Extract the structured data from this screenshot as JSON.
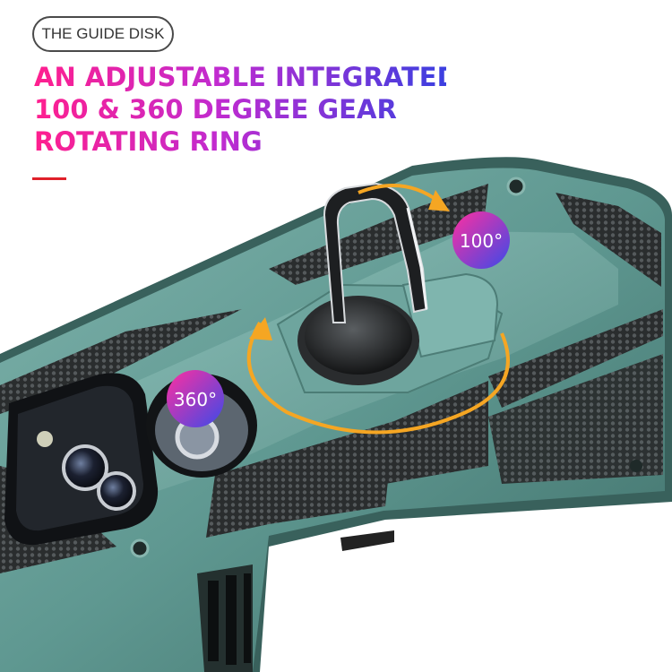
{
  "badge": {
    "label": "THE GUIDE DISK"
  },
  "headline": {
    "line1": "AN ADJUSTABLE INTEGRATED",
    "line2": "100 & 360 DEGREE GEAR",
    "line3": "ROTATING RING"
  },
  "rotation_labels": {
    "small": "100°",
    "full": "360°"
  },
  "colors": {
    "case_teal": "#5f9891",
    "accent_gradient_start": "#ff1f8e",
    "accent_gradient_end": "#3b3fe0",
    "arrow_orange": "#f5a623",
    "red_bar": "#e0202a"
  }
}
